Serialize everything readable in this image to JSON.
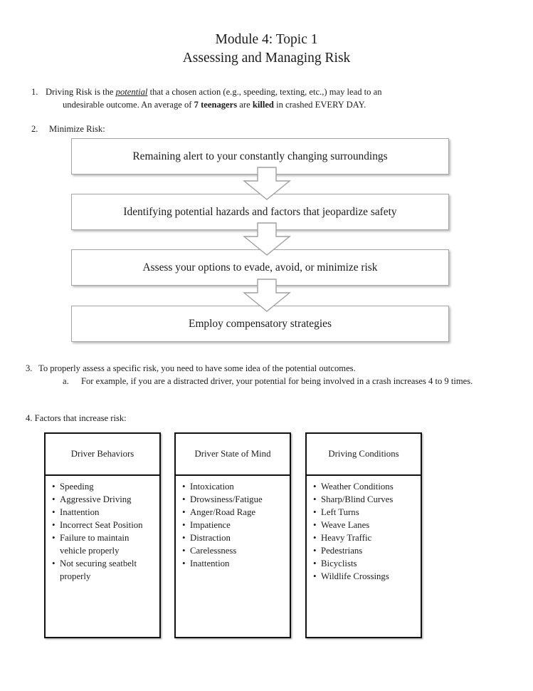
{
  "document": {
    "title_lines": [
      "Module 4: Topic 1",
      "Assessing and Managing Risk"
    ],
    "items": {
      "item1": {
        "number": "1.",
        "line1_part1": "Driving Risk is the ",
        "line1_emphasis": "potential",
        "line1_part2": " that a chosen action (e.g., speeding, texting, etc.,) may lead to an",
        "line2_part1": "undesirable outcome.  An average of ",
        "line2_bold1": "7 teenagers",
        "line2_part2": " are ",
        "line2_bold2": "killed",
        "line2_part3": "  in crashed EVERY DAY."
      },
      "item2": {
        "number": "2.",
        "text": "Minimize Risk:"
      },
      "item3": {
        "number": "3.",
        "text": "To properly assess a specific risk, you need to have some idea of the potential outcomes.",
        "sub_letter": "a.",
        "sub_text": "For example, if you are a distracted driver, your potential for being involved in a crash increases 4 to 9 times."
      },
      "item4": {
        "text": "4. Factors that increase risk:"
      }
    },
    "flowchart": {
      "steps": [
        "Remaining alert to your constantly changing surroundings",
        "Identifying potential hazards and factors that jeopardize safety",
        "Assess your options to evade, avoid, or minimize risk",
        "Employ compensatory strategies"
      ],
      "connector_icon": "down-block-arrow-icon",
      "connector_fill": "#ffffff",
      "connector_stroke": "#a0a0a0",
      "box_border_color": "#a6a6a6"
    },
    "tables": [
      {
        "header": "Driver Behaviors",
        "items": [
          "Speeding",
          "Aggressive Driving",
          "Inattention",
          "Incorrect Seat Position",
          "Failure to maintain vehicle properly",
          "Not securing seatbelt properly"
        ]
      },
      {
        "header": "Driver State of Mind",
        "items": [
          "Intoxication",
          "Drowsiness/Fatigue",
          "Anger/Road Rage",
          "Impatience",
          "Distraction",
          "Carelessness",
          "Inattention"
        ]
      },
      {
        "header": "Driving Conditions",
        "items": [
          "Weather Conditions",
          "Sharp/Blind Curves",
          "Left Turns",
          "Weave Lanes",
          "Heavy Traffic",
          "Pedestrians",
          "Bicyclists",
          "Wildlife Crossings"
        ]
      }
    ]
  }
}
